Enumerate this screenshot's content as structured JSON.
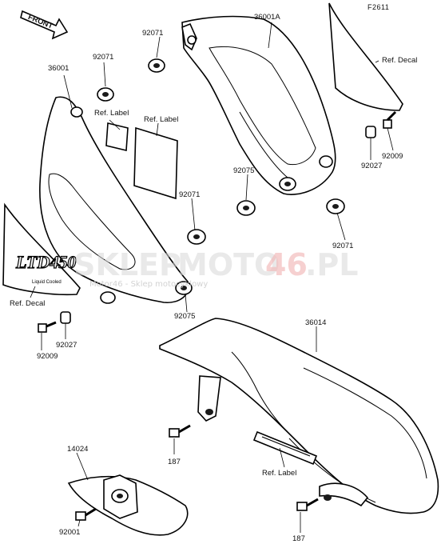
{
  "figure_code": "F2611",
  "front_label": "FRONT",
  "decal_text": "LTD450",
  "decal_small_text": "Liquid Cooled",
  "watermark": {
    "part1": "SKLEP",
    "part2": "MOTO",
    "part3": "46",
    "part4": ".PL",
    "subtitle": "Motor46 - Sklep motocyklowy"
  },
  "callouts": {
    "p36001A": "36001A",
    "p92071_top": "92071",
    "p36001": "36001",
    "p92071_left": "92071",
    "ref_label_1": "Ref. Label",
    "ref_label_2": "Ref. Label",
    "ref_decal_right": "Ref. Decal",
    "p92009_right": "92009",
    "p92027_right": "92027",
    "p92075_mid": "92075",
    "p92071_mid": "92071",
    "p92071_right": "92071",
    "ref_decal_left": "Ref. Decal",
    "p92009_left": "92009",
    "p92027_left": "92027",
    "p92075_low": "92075",
    "p36014": "36014",
    "p14024": "14024",
    "p187_a": "187",
    "ref_label_3": "Ref. Label",
    "p92001": "92001",
    "p187_b": "187"
  }
}
